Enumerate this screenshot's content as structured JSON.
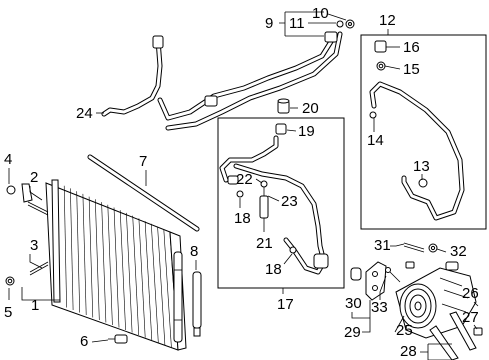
{
  "callouts": {
    "c1": "1",
    "c2": "2",
    "c3": "3",
    "c4": "4",
    "c5": "5",
    "c6": "6",
    "c7": "7",
    "c8": "8",
    "c9": "9",
    "c10": "10",
    "c11": "11",
    "c12": "12",
    "c13": "13",
    "c14": "14",
    "c15": "15",
    "c16": "16",
    "c17": "17",
    "c18a": "18",
    "c18b": "18",
    "c19": "19",
    "c20": "20",
    "c21": "21",
    "c22": "22",
    "c23": "23",
    "c24": "24",
    "c25": "25",
    "c26": "26",
    "c27": "27",
    "c28": "28",
    "c29": "29",
    "c30": "30",
    "c31": "31",
    "c32": "32",
    "c33": "33"
  }
}
